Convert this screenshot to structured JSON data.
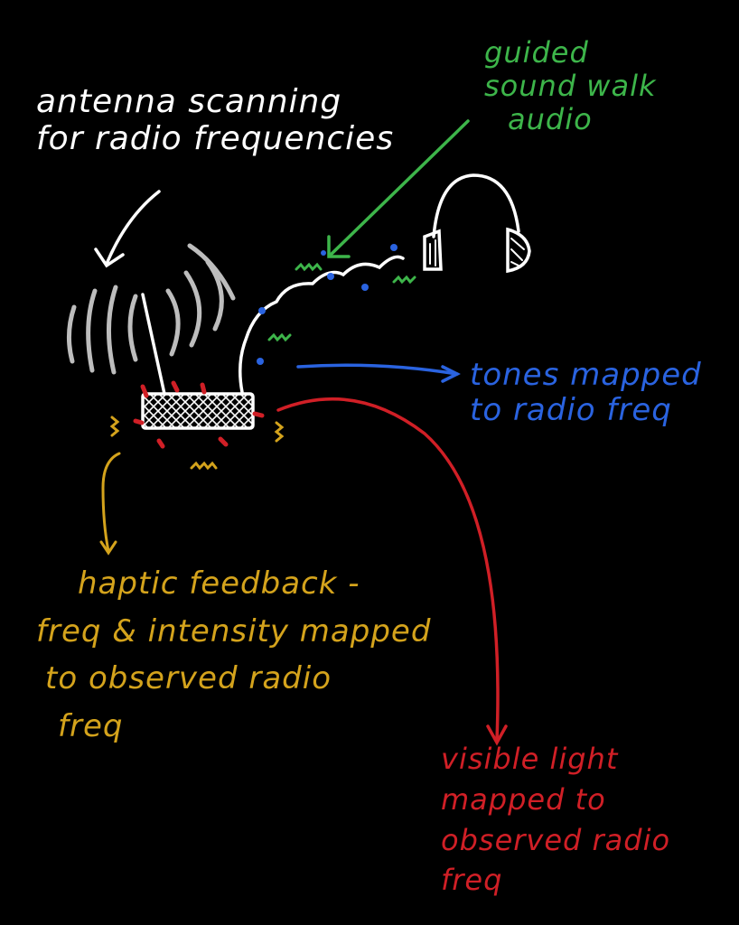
{
  "colors": {
    "background": "#000000",
    "white": "#ffffff",
    "green": "#3db54a",
    "blue": "#2a63e0",
    "yellow": "#d4a31c",
    "red": "#d01f26",
    "grey": "#bdbdbd"
  },
  "labels": {
    "antenna": [
      "antenna scanning",
      "for radio frequencies"
    ],
    "sound_walk": [
      "guided",
      "sound walk",
      "audio"
    ],
    "tones": [
      "tones mapped",
      "to radio freq"
    ],
    "haptic": [
      "haptic feedback -",
      "freq & intensity mapped",
      "to observed radio",
      "freq"
    ],
    "light": [
      "visible light",
      "mapped to",
      "observed radio",
      "freq"
    ]
  },
  "icons": [
    "headphones-icon",
    "antenna-device-icon",
    "radio-wave-icon",
    "sound-cloud-icon"
  ]
}
